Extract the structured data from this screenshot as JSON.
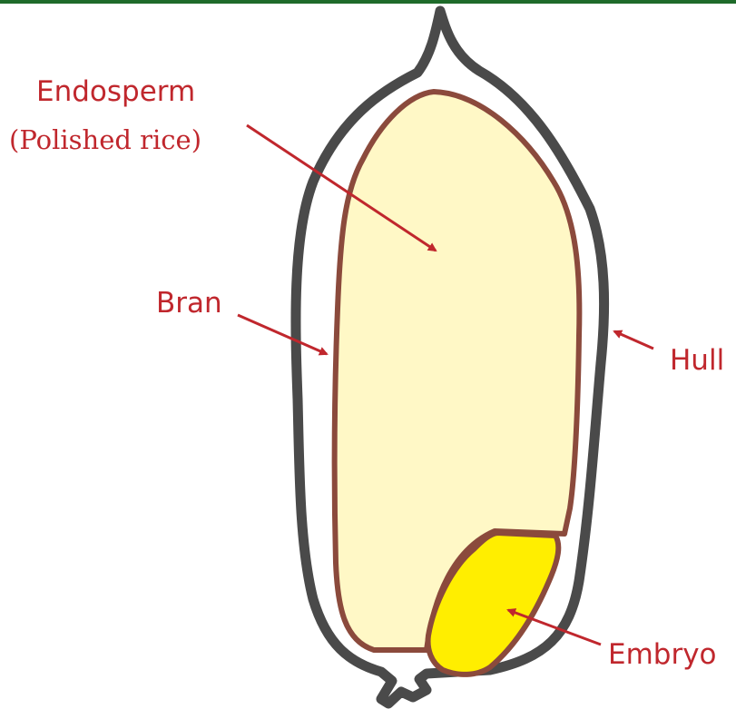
{
  "labels": {
    "endosperm": "Endosperm",
    "polished_rice": "(Polished rice)",
    "bran": "Bran",
    "hull": "Hull",
    "embryo": "Embryo"
  },
  "colors": {
    "top_bar": "#1e6b2a",
    "label_text": "#c0272d",
    "arrow": "#c0272d",
    "hull_outline": "#4a4a4a",
    "bran_outline": "#8b4a3c",
    "endosperm_fill": "#fff8c6",
    "embryo_fill": "#ffee00",
    "background": "#ffffff"
  }
}
